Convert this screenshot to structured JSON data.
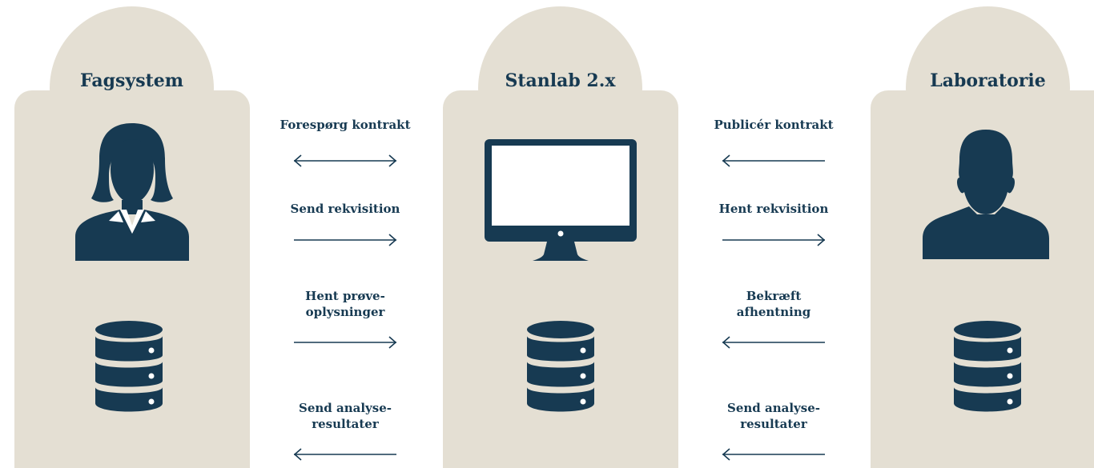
{
  "colors": {
    "panel_bg": "#e4dfd3",
    "dark": "#173a52"
  },
  "panels": [
    {
      "title": "Fagsystem",
      "icon": "woman-user-icon",
      "db_icon": "database-icon"
    },
    {
      "title": "Stanlab 2.x",
      "icon": "monitor-icon",
      "db_icon": "database-icon"
    },
    {
      "title": "Laboratorie",
      "icon": "man-user-icon",
      "db_icon": "database-icon"
    }
  ],
  "left_flows": [
    {
      "label": "Forespørg kontrakt",
      "direction": "both"
    },
    {
      "label": "Send rekvisition",
      "direction": "right"
    },
    {
      "label": "Hent prøve-\noplysninger",
      "direction": "right"
    },
    {
      "label": "Send analyse-\nresultater",
      "direction": "left"
    }
  ],
  "right_flows": [
    {
      "label": "Publicér kontrakt",
      "direction": "left"
    },
    {
      "label": "Hent rekvisition",
      "direction": "right"
    },
    {
      "label": "Bekræft\nafhentning",
      "direction": "left"
    },
    {
      "label": "Send analyse-\nresultater",
      "direction": "left"
    }
  ]
}
